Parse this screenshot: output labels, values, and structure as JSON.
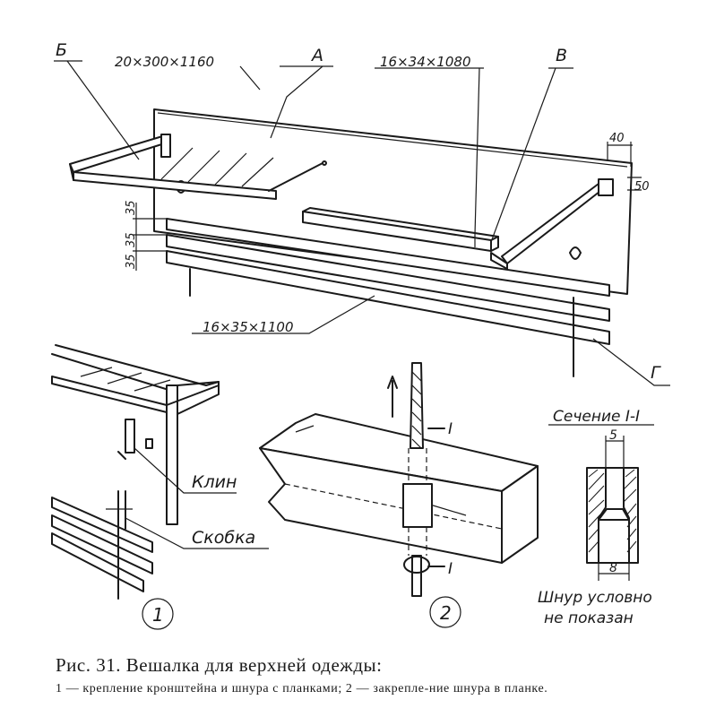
{
  "labels": {
    "b": "Б",
    "a": "А",
    "v": "В",
    "g": "Г",
    "dim_board": "20×300×1160",
    "dim_rail": "16×34×1080",
    "dim_slats": "16×35×1100",
    "dim_40": "40",
    "dim_50": "50",
    "dim_35a": "35",
    "dim_35b": "35",
    "dim_35c": "35",
    "klin": "Клин",
    "skobka": "Скобка",
    "section_title": "Сечение I-I",
    "sec_5": "5",
    "sec_8": "8",
    "shnur_line1": "Шнур условно",
    "shnur_line2": "не показан",
    "mark_1": "1",
    "mark_2": "2",
    "roman_top": "I",
    "roman_bottom": "I"
  },
  "caption": {
    "title": "Рис. 31. Вешалка для верхней одежды:",
    "body": "1 — крепление кронштейна и шнура с планками; 2 — закрепле-ние шнура в планке."
  }
}
